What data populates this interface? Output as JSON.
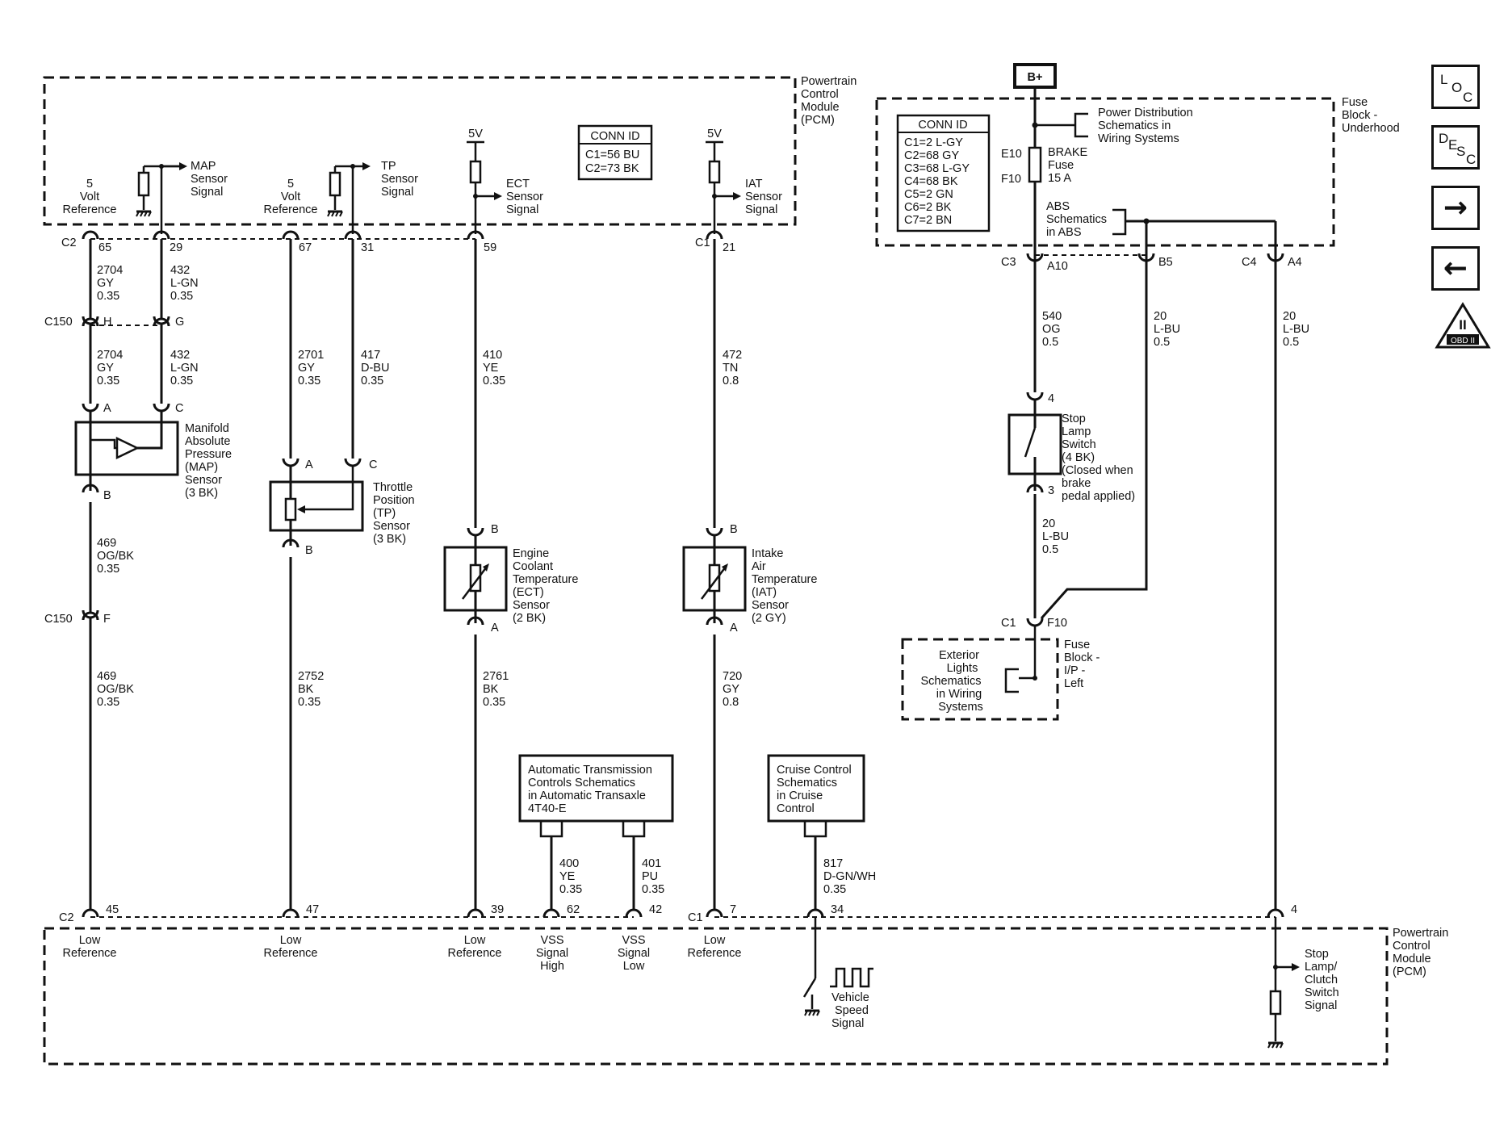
{
  "pcm": {
    "name_top": [
      "Powertrain",
      "Control",
      "Module",
      "(PCM)"
    ],
    "name_bottom": [
      "Powertrain",
      "Control",
      "Module",
      "(PCM)"
    ],
    "five_volt_ref": [
      "5",
      "Volt",
      "Reference"
    ],
    "map_signal": [
      "MAP",
      "Sensor",
      "Signal"
    ],
    "tp_signal": [
      "TP",
      "Sensor",
      "Signal"
    ],
    "ect_signal": [
      "ECT",
      "Sensor",
      "Signal"
    ],
    "iat_signal": [
      "IAT",
      "Sensor",
      "Signal"
    ],
    "five_v": "5V",
    "conn_title": "CONN ID",
    "conn_ids": [
      "C1=56 BU",
      "C2=73 BK"
    ],
    "low_ref": [
      "Low",
      "Reference"
    ],
    "vss_high": [
      "VSS",
      "Signal",
      "High"
    ],
    "vss_low": [
      "VSS",
      "Signal",
      "Low"
    ],
    "vehicle_speed": [
      "Vehicle",
      "Speed",
      "Signal"
    ],
    "stop_lamp_signal": [
      "Stop",
      "Lamp/",
      "Clutch",
      "Switch",
      "Signal"
    ]
  },
  "connectors": {
    "c1": "C1",
    "c2": "C2",
    "c3": "C3",
    "c4": "C4",
    "c150": "C150",
    "top_pins": [
      "65",
      "29",
      "67",
      "31",
      "59",
      "21"
    ],
    "bottom_pins": [
      "45",
      "47",
      "39",
      "62",
      "42",
      "7",
      "34",
      "4"
    ],
    "c150_pins": [
      "H",
      "G",
      "F"
    ]
  },
  "wires": {
    "w2704": [
      "2704",
      "GY",
      "0.35"
    ],
    "w432": [
      "432",
      "L-GN",
      "0.35"
    ],
    "w2701": [
      "2701",
      "GY",
      "0.35"
    ],
    "w417": [
      "417",
      "D-BU",
      "0.35"
    ],
    "w410": [
      "410",
      "YE",
      "0.35"
    ],
    "w472": [
      "472",
      "TN",
      "0.8"
    ],
    "w469": [
      "469",
      "OG/BK",
      "0.35"
    ],
    "w2752": [
      "2752",
      "BK",
      "0.35"
    ],
    "w2761": [
      "2761",
      "BK",
      "0.35"
    ],
    "w720": [
      "720",
      "GY",
      "0.8"
    ],
    "w400": [
      "400",
      "YE",
      "0.35"
    ],
    "w401": [
      "401",
      "PU",
      "0.35"
    ],
    "w817": [
      "817",
      "D-GN/WH",
      "0.35"
    ],
    "w540": [
      "540",
      "OG",
      "0.5"
    ],
    "w20a": [
      "20",
      "L-BU",
      "0.5"
    ],
    "w20b": [
      "20",
      "L-BU",
      "0.5"
    ],
    "w20c": [
      "20",
      "L-BU",
      "0.5"
    ]
  },
  "sensors": {
    "map": [
      "Manifold",
      "Absolute",
      "Pressure",
      "(MAP)",
      "Sensor",
      "(3 BK)"
    ],
    "tp": [
      "Throttle",
      "Position",
      "(TP)",
      "Sensor",
      "(3 BK)"
    ],
    "ect": [
      "Engine",
      "Coolant",
      "Temperature",
      "(ECT)",
      "Sensor",
      "(2 BK)"
    ],
    "iat": [
      "Intake",
      "Air",
      "Temperature",
      "(IAT)",
      "Sensor",
      "(2 GY)"
    ],
    "pins": {
      "a": "A",
      "b": "B",
      "c": "C"
    }
  },
  "trans": [
    "Automatic Transmission",
    "Controls Schematics",
    "in Automatic Transaxle",
    "4T40-E"
  ],
  "cruise": [
    "Cruise Control",
    "Schematics",
    "in Cruise",
    "Control"
  ],
  "fuse_underhood": {
    "b_plus": "B+",
    "name": [
      "Fuse",
      "Block -",
      "Underhood"
    ],
    "power_dist": [
      "Power Distribution",
      "Schematics in",
      "Wiring Systems"
    ],
    "conn_title": "CONN ID",
    "conn_ids": [
      "C1=2 L-GY",
      "C2=68 GY",
      "C3=68 L-GY",
      "C4=68 BK",
      "C5=2 GN",
      "C6=2 BK",
      "C7=2 BN"
    ],
    "e10": "E10",
    "f10": "F10",
    "fuse": [
      "BRAKE",
      "Fuse",
      "15 A"
    ],
    "abs": [
      "ABS",
      "Schematics",
      "in ABS"
    ],
    "pins": [
      "A10",
      "B5",
      "A4"
    ]
  },
  "stop_switch": {
    "label": [
      "Stop",
      "Lamp",
      "Switch",
      "(4 BK)",
      "(Closed when",
      "brake",
      "pedal applied)"
    ],
    "pin4": "4",
    "pin3": "3"
  },
  "fuse_ip": {
    "name": [
      "Fuse",
      "Block -",
      "I/P -",
      "Left"
    ],
    "pin": "F10",
    "exterior": [
      "Exterior",
      "Lights",
      "Schematics",
      "in Wiring",
      "Systems"
    ]
  },
  "nav": {
    "loc": [
      "L",
      "O",
      "C"
    ],
    "desc": [
      "D",
      "E",
      "S",
      "C"
    ],
    "next": "→",
    "prev": "←",
    "obd_numeral": "II",
    "obd_text": "OBD II"
  }
}
